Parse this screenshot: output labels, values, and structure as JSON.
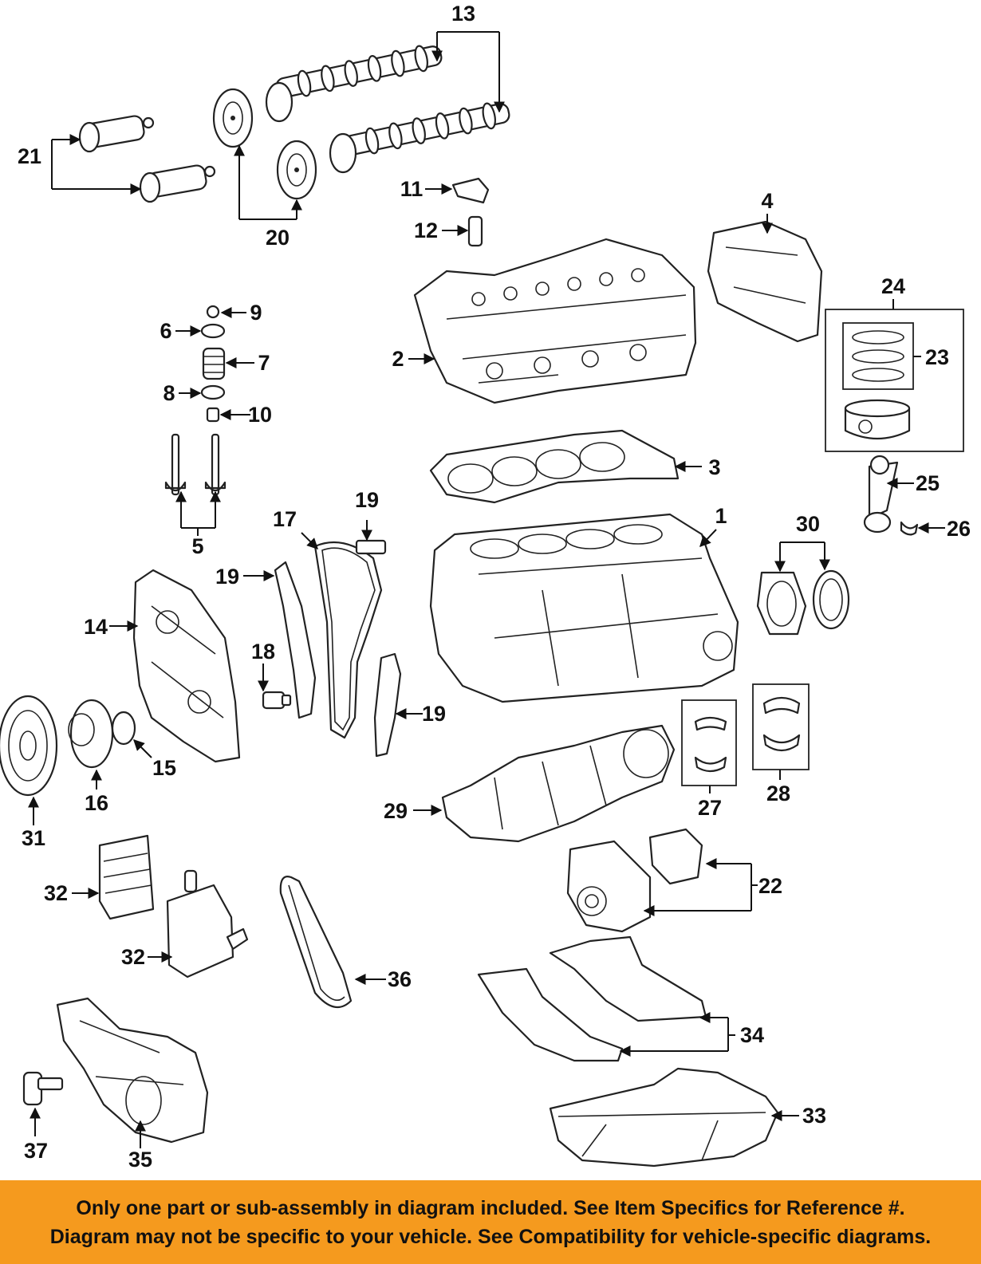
{
  "labels": {
    "p1": "1",
    "p2": "2",
    "p3": "3",
    "p4": "4",
    "p5": "5",
    "p6": "6",
    "p7": "7",
    "p8": "8",
    "p9": "9",
    "p10": "10",
    "p11": "11",
    "p12": "12",
    "p13": "13",
    "p14": "14",
    "p15": "15",
    "p16": "16",
    "p17": "17",
    "p18": "18",
    "p19": "19",
    "p20": "20",
    "p21": "21",
    "p22": "22",
    "p23": "23",
    "p24": "24",
    "p25": "25",
    "p26": "26",
    "p27": "27",
    "p28": "28",
    "p29": "29",
    "p30": "30",
    "p31": "31",
    "p32": "32",
    "p33": "33",
    "p34": "34",
    "p35": "35",
    "p36": "36",
    "p37": "37"
  },
  "banner": {
    "line1": "Only one part or sub-assembly in diagram included. See Item Specifics for Reference #.",
    "line2": "Diagram may not be specific to your vehicle. See Compatibility for vehicle-specific diagrams."
  },
  "colors": {
    "banner": "#f59a1e",
    "ink": "#111111"
  }
}
